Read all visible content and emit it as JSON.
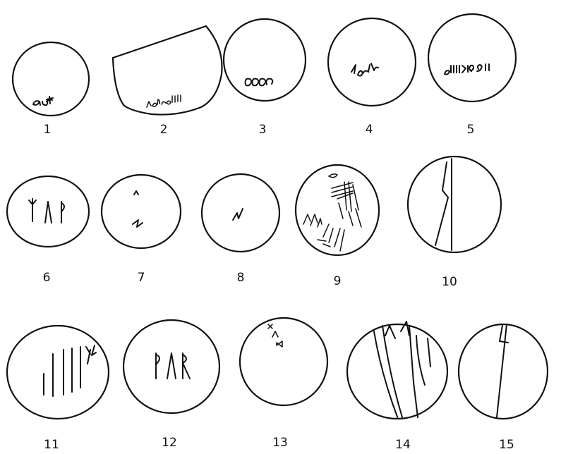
{
  "figure": {
    "items": [
      {
        "number": "1"
      },
      {
        "number": "2"
      },
      {
        "number": "3"
      },
      {
        "number": "4"
      },
      {
        "number": "5"
      },
      {
        "number": "6"
      },
      {
        "number": "7"
      },
      {
        "number": "8"
      },
      {
        "number": "9"
      },
      {
        "number": "10"
      },
      {
        "number": "11"
      },
      {
        "number": "12"
      },
      {
        "number": "13"
      },
      {
        "number": "14"
      },
      {
        "number": "15"
      }
    ]
  }
}
